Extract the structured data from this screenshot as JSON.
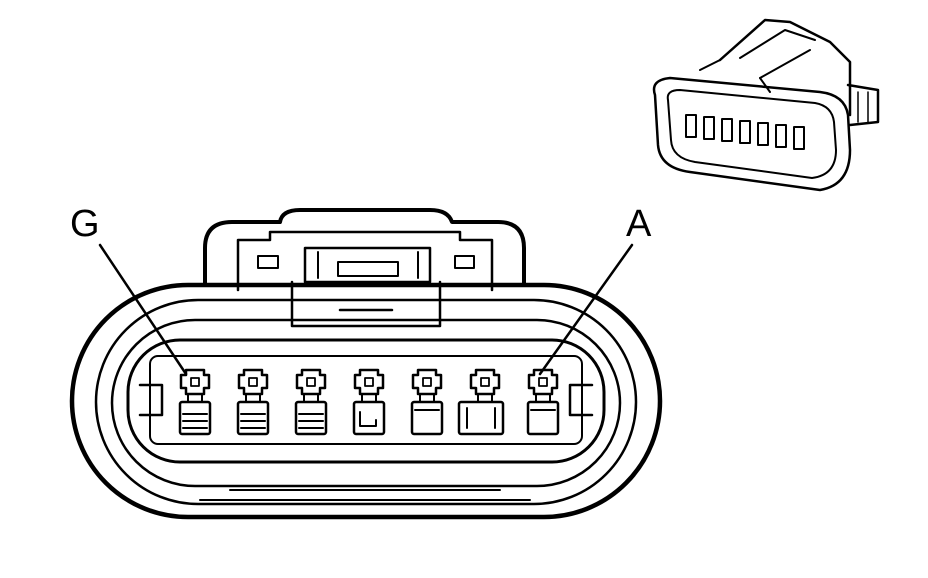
{
  "labels": {
    "left_pin": "G",
    "right_pin": "A"
  },
  "connector": {
    "cavity_count": 7
  },
  "colors": {
    "stroke": "#000000",
    "background": "#ffffff"
  }
}
